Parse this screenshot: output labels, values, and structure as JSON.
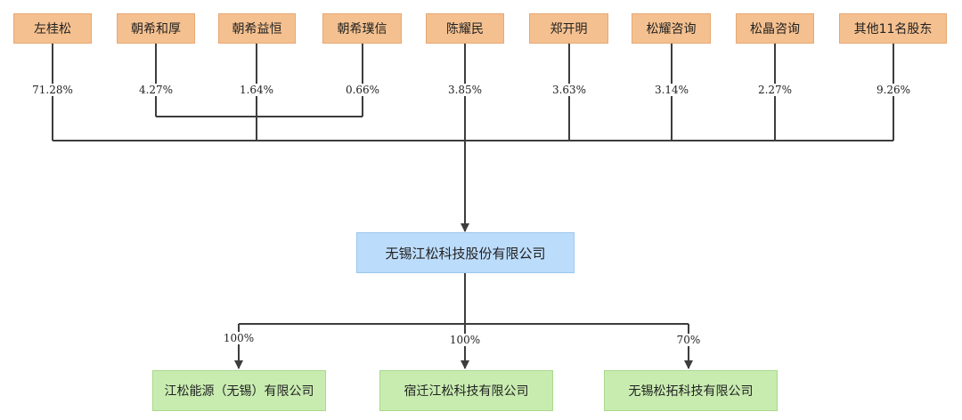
{
  "colors": {
    "shareholder_fill": "#f5c08f",
    "company_fill": "#bcdcfb",
    "subsidiary_fill": "#c8ecb0",
    "line": "#3d3d3d"
  },
  "shareholders": [
    {
      "name": "左桂松",
      "pct": "71.28%"
    },
    {
      "name": "朝希和厚",
      "pct": "4.27%"
    },
    {
      "name": "朝希益恒",
      "pct": "1.64%"
    },
    {
      "name": "朝希璞信",
      "pct": "0.66%"
    },
    {
      "name": "陈耀民",
      "pct": "3.85%"
    },
    {
      "name": "郑开明",
      "pct": "3.63%"
    },
    {
      "name": "松耀咨询",
      "pct": "3.14%"
    },
    {
      "name": "松晶咨询",
      "pct": "2.27%"
    },
    {
      "name": "其他11名股东",
      "pct": "9.26%"
    }
  ],
  "company": {
    "name": "无锡江松科技股份有限公司"
  },
  "subsidiaries": [
    {
      "name": "江松能源（无锡）有限公司",
      "pct": "100%"
    },
    {
      "name": "宿迁江松科技有限公司",
      "pct": "100%"
    },
    {
      "name": "无锡松拓科技有限公司",
      "pct": "70%"
    }
  ]
}
